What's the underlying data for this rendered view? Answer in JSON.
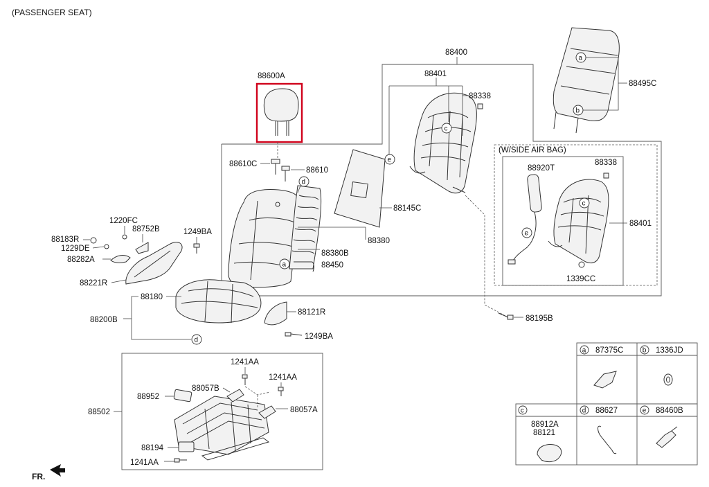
{
  "title": "(PASSENGER SEAT)",
  "side_airbag_title": "(W/SIDE AIR BAG)",
  "direction_label": "FR.",
  "highlight_color": "#d0021b",
  "parts": {
    "p88400": "88400",
    "p88401": "88401",
    "p88401b": "88401",
    "p88338": "88338",
    "p88338b": "88338",
    "p88495C": "88495C",
    "p88600A": "88600A",
    "p88610C": "88610C",
    "p88610": "88610",
    "p88145C": "88145C",
    "p88380": "88380",
    "p88380B": "88380B",
    "p88450": "88450",
    "p88920T": "88920T",
    "p1339CC": "1339CC",
    "p1220FC": "1220FC",
    "p88752B": "88752B",
    "p1249BA": "1249BA",
    "p1249BAb": "1249BA",
    "p88183R": "88183R",
    "p1229DE": "1229DE",
    "p88282A": "88282A",
    "p88221R": "88221R",
    "p88180": "88180",
    "p88200B": "88200B",
    "p88121R": "88121R",
    "p88195B": "88195B",
    "p1241AA": "1241AA",
    "p1241AAb": "1241AA",
    "p1241AAc": "1241AA",
    "p88952": "88952",
    "p88057B": "88057B",
    "p88057A": "88057A",
    "p88502": "88502",
    "p88194": "88194"
  },
  "callouts": {
    "a": "a",
    "b": "b",
    "c": "c",
    "d": "d",
    "e": "e"
  },
  "legend": {
    "a": {
      "letter": "a",
      "part": "87375C"
    },
    "b": {
      "letter": "b",
      "part": "1336JD"
    },
    "c": {
      "letter": "c",
      "part_1": "88912A",
      "part_2": "88121"
    },
    "d": {
      "letter": "d",
      "part": "88627"
    },
    "e": {
      "letter": "e",
      "part": "88460B"
    }
  }
}
